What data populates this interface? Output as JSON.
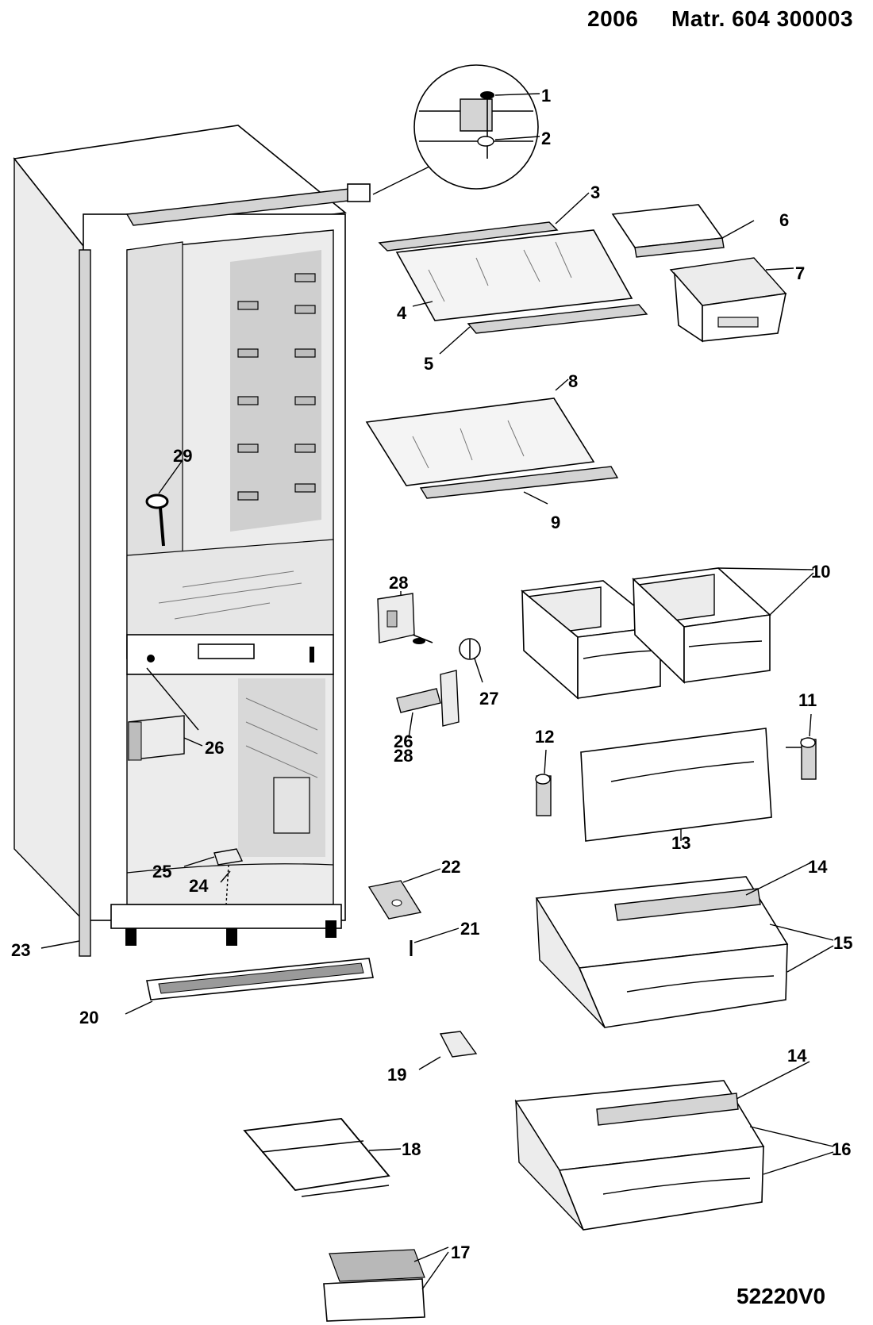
{
  "header": {
    "year": "2006",
    "matr": "Matr. 604 300003"
  },
  "footer": {
    "code": "52220V0"
  },
  "labels": [
    {
      "id": "p1",
      "text": "1"
    },
    {
      "id": "p2",
      "text": "2"
    },
    {
      "id": "p3",
      "text": "3"
    },
    {
      "id": "p4",
      "text": "4"
    },
    {
      "id": "p5",
      "text": "5"
    },
    {
      "id": "p6",
      "text": "6"
    },
    {
      "id": "p7",
      "text": "7"
    },
    {
      "id": "p8",
      "text": "8"
    },
    {
      "id": "p9",
      "text": "9"
    },
    {
      "id": "p10",
      "text": "10"
    },
    {
      "id": "p11",
      "text": "11"
    },
    {
      "id": "p12",
      "text": "12"
    },
    {
      "id": "p13",
      "text": "13"
    },
    {
      "id": "p14a",
      "text": "14"
    },
    {
      "id": "p14b",
      "text": "14"
    },
    {
      "id": "p15",
      "text": "15"
    },
    {
      "id": "p16",
      "text": "16"
    },
    {
      "id": "p17",
      "text": "17"
    },
    {
      "id": "p18",
      "text": "18"
    },
    {
      "id": "p19",
      "text": "19"
    },
    {
      "id": "p20",
      "text": "20"
    },
    {
      "id": "p21",
      "text": "21"
    },
    {
      "id": "p22",
      "text": "22"
    },
    {
      "id": "p23",
      "text": "23"
    },
    {
      "id": "p24",
      "text": "24"
    },
    {
      "id": "p25",
      "text": "25"
    },
    {
      "id": "p26a",
      "text": "26"
    },
    {
      "id": "p26b",
      "text": "26"
    },
    {
      "id": "p27",
      "text": "27"
    },
    {
      "id": "p28a",
      "text": "28"
    },
    {
      "id": "p28b",
      "text": "28"
    },
    {
      "id": "p29",
      "text": "29"
    }
  ]
}
